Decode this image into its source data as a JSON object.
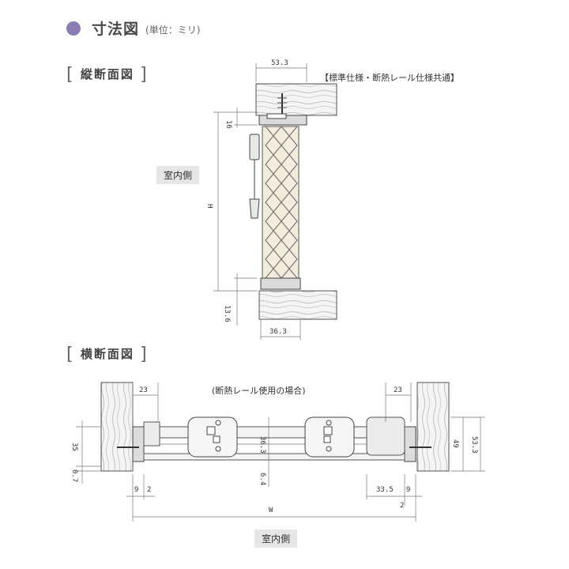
{
  "header": {
    "title": "寸法図",
    "unit": "(単位：ミリ)"
  },
  "vertical_section": {
    "label": "縦断面図",
    "note": "【標準仕様・断熱レール仕様共通】",
    "room_side": "室内側",
    "dims": {
      "top_width": "53.3",
      "top_gap": "16",
      "height": "H",
      "bottom_gap": "13.6",
      "bottom_width": "36.3"
    }
  },
  "horizontal_section": {
    "label": "横断面図",
    "note": "(断熱レール使用の場合)",
    "room_side": "室内側",
    "dims": {
      "left_top": "23",
      "right_top": "23",
      "left_35": "35",
      "left_07": "0.7",
      "mid_363": "36.3",
      "mid_64": "6.4",
      "right_49": "49",
      "right_533": "53.3",
      "bottom_9l": "9",
      "bottom_2l": "2",
      "bottom_335": "33.5",
      "bottom_9r": "9",
      "bottom_2r": "2",
      "width": "W"
    }
  },
  "colors": {
    "accent_dot": "#8b7cb3",
    "tag_bg": "#e6e6e6",
    "line": "#555555"
  }
}
